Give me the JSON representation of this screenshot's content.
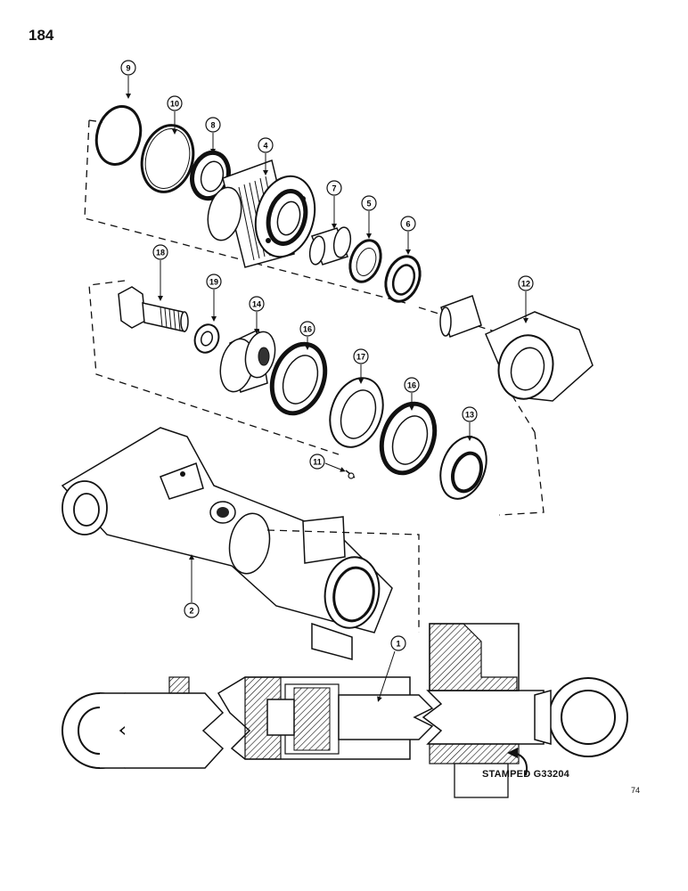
{
  "page": {
    "number": "184",
    "figure_code": "74"
  },
  "note": {
    "stamp": "STAMPED G33204"
  },
  "callouts": [
    "9",
    "10",
    "8",
    "4",
    "7",
    "5",
    "6",
    "18",
    "19",
    "14",
    "16",
    "17",
    "16",
    "13",
    "12",
    "11",
    "2",
    "1"
  ],
  "colors": {
    "ink": "#111111",
    "paper": "#ffffff",
    "shade": "#555555"
  }
}
